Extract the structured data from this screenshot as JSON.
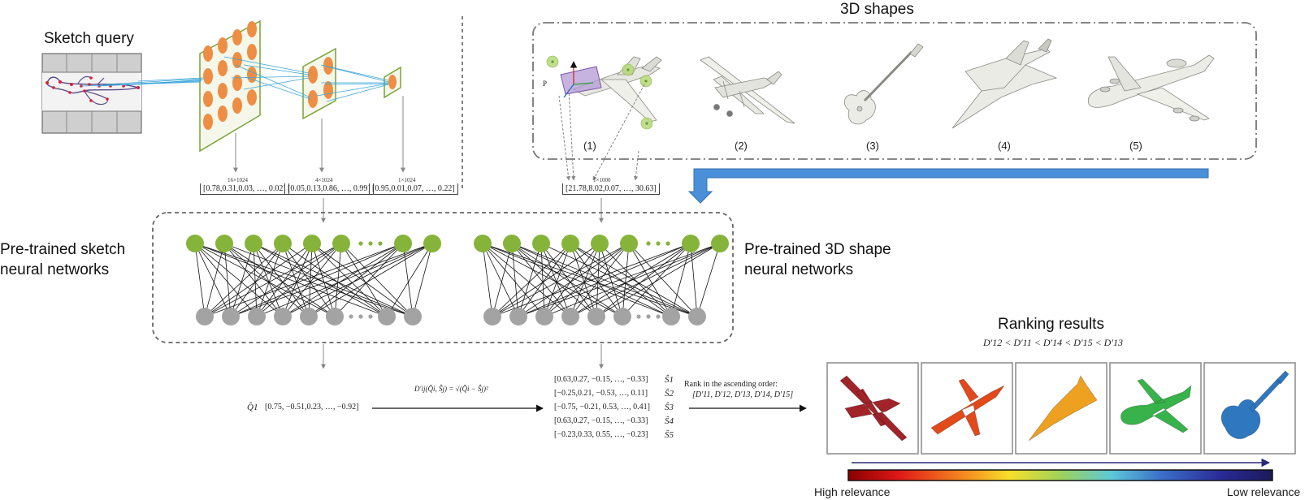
{
  "labels": {
    "sketch_query": "Sketch query",
    "shapes_3d": "3D shapes",
    "sketch_net_line1": "Pre-trained sketch",
    "sketch_net_line2": "neural networks",
    "shape_net_line1": "Pre-trained 3D shape",
    "shape_net_line2": "neural networks",
    "ranking_results": "Ranking results",
    "ranking_order": "D′12 < D′11 < D′14 < D′15 < D′13",
    "high_relevance": "High relevance",
    "low_relevance": "Low relevance",
    "point_p": "P"
  },
  "shape_items": [
    "(1)",
    "(2)",
    "(3)",
    "(4)",
    "(5)"
  ],
  "feature_vectors": [
    {
      "dim": "16×1024",
      "value": "[0.78,0.31,0.03, …, 0.02]"
    },
    {
      "dim": "4×1024",
      "value": "[0.05,0.13,0.86, …, 0.99]"
    },
    {
      "dim": "1×1024",
      "value": "[0.95,0.01,0.07, …, 0.22]"
    }
  ],
  "shape_vector": {
    "dim": "1×1000",
    "value": "[21.78,8.02,0.07, …, 30.63]"
  },
  "query": {
    "symbol": "Q̂1",
    "value": "[0.75, −0.51,0.23, …, −0.92]"
  },
  "distance_formula": "D′ij(Q̂i, Ŝj) = √(Q̂i − Ŝj)²",
  "shape_codes": [
    {
      "value": "[0.63,0.27, −0.15, …, −0.33]",
      "symbol": "Ŝ1"
    },
    {
      "value": "[−0.25,0.21, −0.53, …, 0.11]",
      "symbol": "Ŝ2"
    },
    {
      "value": "[−0.75, −0.21, 0.53, …, 0.41]",
      "symbol": "Ŝ3"
    },
    {
      "value": "[0.63,0.27, −0.15, …, −0.33]",
      "symbol": "Ŝ4"
    },
    {
      "value": "[−0.23,0.33, 0.55, …, −0.23]",
      "symbol": "Ŝ5"
    }
  ],
  "rank_text": {
    "line1": "Rank in the ascending order:",
    "line2": "[D′11, D′12, D′13, D′14, D′15]"
  },
  "ranked_colors": [
    "#a0242a",
    "#e24a1c",
    "#eea020",
    "#38b24a",
    "#2f78c0"
  ],
  "colors": {
    "network_top": "#86b43a",
    "network_bottom": "#a3a3a3",
    "filter": "#ee8e44",
    "callout_arrow": "#4a90d9",
    "relevance_arrow": "#2a2a78"
  }
}
